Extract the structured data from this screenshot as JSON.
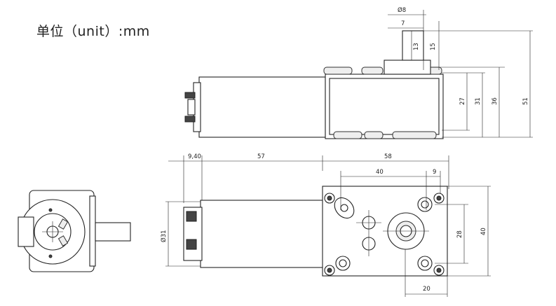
{
  "title": "单位（unit）:mm",
  "dimensions": {
    "shaft_diameter": "Ø8",
    "key_width": "7",
    "flat_13": "13",
    "shaft_15": "15",
    "h_27": "27",
    "h_31": "31",
    "h_36": "36",
    "h_51": "51",
    "len_9_40": "9,40",
    "len_57": "57",
    "len_58": "58",
    "hole_40": "40",
    "hole_9": "9",
    "motor_dia": "Ø31",
    "hole_28": "28",
    "height_40": "40",
    "hole_20": "20"
  },
  "colors": {
    "line": "#222222",
    "fill": "#ffffff",
    "shade": "#eeeeee"
  }
}
